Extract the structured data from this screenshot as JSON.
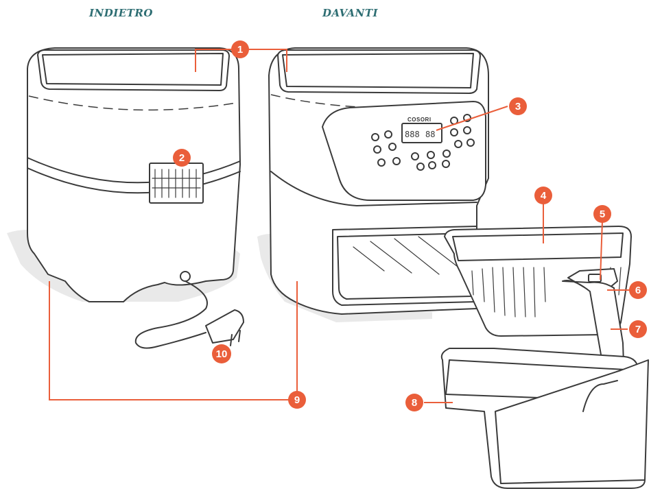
{
  "headers": {
    "back": "INDIETRO",
    "front": "DAVANTI"
  },
  "display_brand": "COSORI",
  "callouts": [
    "1",
    "2",
    "3",
    "4",
    "5",
    "6",
    "7",
    "8",
    "9",
    "10"
  ],
  "colors": {
    "accent": "#ea5e3a",
    "heading": "#2e6e73",
    "outline": "#3a3a3a",
    "shadow": "#e9e9e9"
  }
}
